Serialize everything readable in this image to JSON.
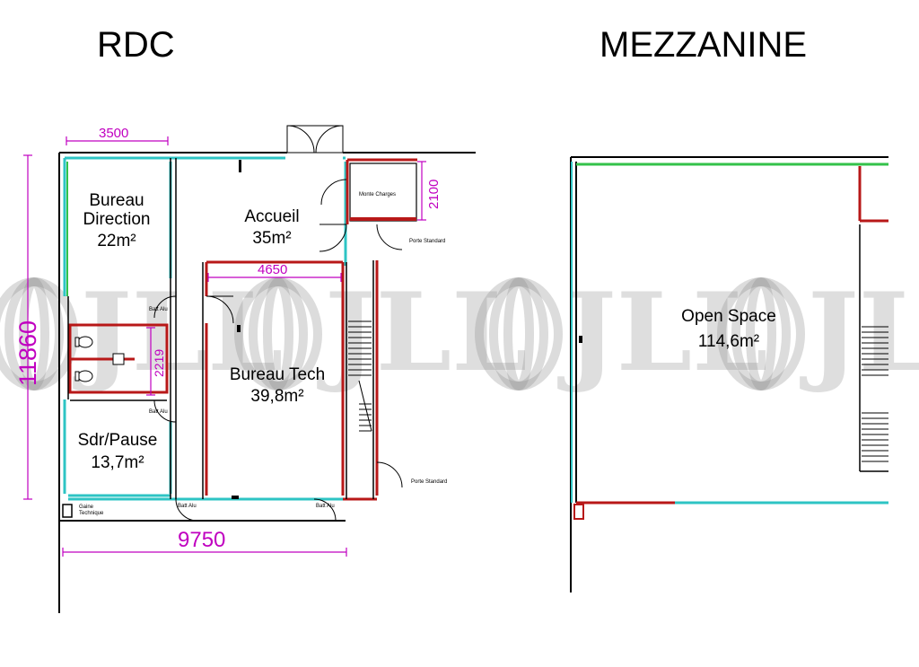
{
  "titles": {
    "left": "RDC",
    "right": "MEZZANINE"
  },
  "rooms": {
    "bureau_direction": {
      "line1": "Bureau",
      "line2": "Direction",
      "area": "22m²"
    },
    "accueil": {
      "name": "Accueil",
      "area": "35m²"
    },
    "bureau_tech": {
      "name": "Bureau Tech",
      "area": "39,8m²"
    },
    "sdr_pause": {
      "name": "Sdr/Pause",
      "area": "13,7m²"
    },
    "open_space": {
      "name": "Open Space",
      "area": "114,6m²"
    }
  },
  "dimensions": {
    "top_width": "3500",
    "height_total": "11860",
    "width_total": "9750",
    "tech_width": "4650",
    "stair_height": "2100",
    "wc_height": "2219"
  },
  "small_labels": {
    "monte_charges": "Monte Charges",
    "porte_standard_top": "Porte Standard",
    "porte_standard_bottom": "Porte Standard",
    "batt_alu_1": "Batt Alu",
    "batt_alu_2": "Batt Alu",
    "batt_alu_3": "Batt Alu",
    "batt_alu_4": "Batt Alu",
    "gaine_line1": "Gaine",
    "gaine_line2": "Technique"
  },
  "watermark": {
    "text": "JLL"
  },
  "colors": {
    "exterior_wall": "#000000",
    "window_cyan": "#2ec4c4",
    "window_green": "#33c24a",
    "partition_red": "#b81818",
    "dimension_magenta": "#c000c0"
  }
}
